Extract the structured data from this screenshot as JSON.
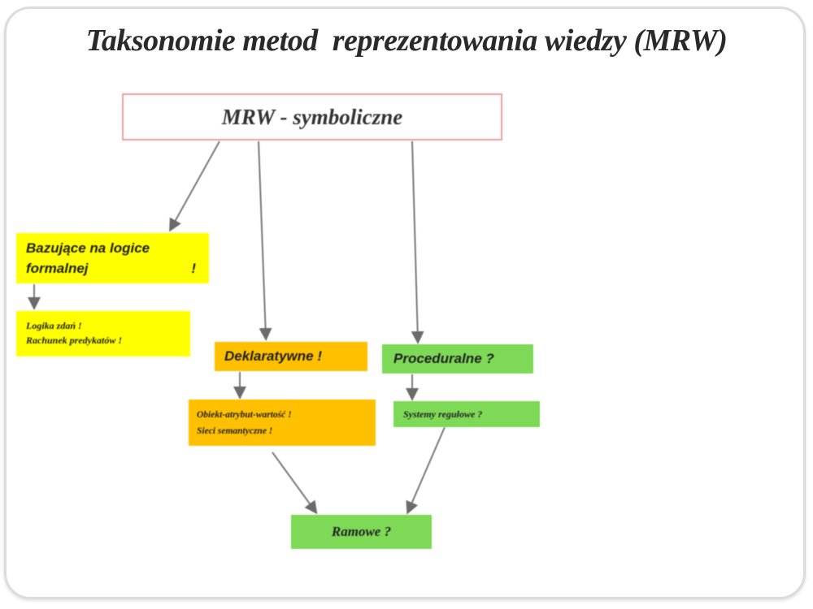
{
  "title": "Taksonomie metod  reprezentowania wiedzy (MRW)",
  "diagram": {
    "root": {
      "label": "MRW - symboliczne",
      "border_color": "#e8a0a0"
    },
    "nodes": {
      "logic": {
        "line1": "Bazujące na logice",
        "line2": "formalnej",
        "mark": "!",
        "color": "#ffff00"
      },
      "logic_sub": {
        "line1": "Logika zdań !",
        "line2": "Rachunek predykatów !",
        "color": "#ffff00"
      },
      "declarative": {
        "label": "Deklaratywne !",
        "color": "#ffc000"
      },
      "procedural": {
        "label": "Proceduralne ?",
        "color": "#7ed957"
      },
      "objects": {
        "line1": "Obiekt-atrybut-wartość  !",
        "line2": "Sieci semantyczne  !",
        "color": "#ffc000"
      },
      "rule_systems": {
        "label": "Systemy regułowe ?",
        "color": "#7ed957"
      },
      "frames": {
        "label": "Ramowe ?",
        "color": "#7ed957"
      }
    },
    "edges": [
      {
        "from": "root",
        "to": "logic"
      },
      {
        "from": "root",
        "to": "declarative"
      },
      {
        "from": "root",
        "to": "procedural"
      },
      {
        "from": "logic",
        "to": "logic_sub"
      },
      {
        "from": "declarative",
        "to": "objects"
      },
      {
        "from": "procedural",
        "to": "rule_systems"
      },
      {
        "from": "objects",
        "to": "frames"
      },
      {
        "from": "rule_systems",
        "to": "frames"
      }
    ]
  }
}
